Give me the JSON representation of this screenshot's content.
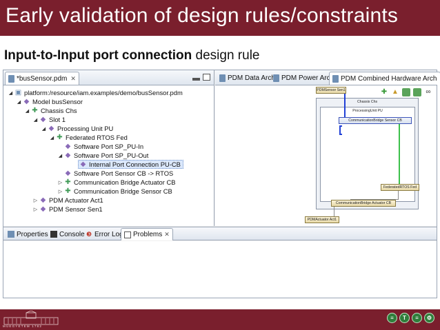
{
  "slide": {
    "title": "Early validation of design rules/constraints",
    "subtitle_bold": "Input-to-Input port connection",
    "subtitle_rest": " design rule"
  },
  "left_pane": {
    "tab_label": "*busSensor.pdm",
    "tree": [
      {
        "label": "platform:/resource/iam.examples/demo/busSensor.pdm",
        "icon": "resource-icon"
      },
      {
        "label": "Model busSensor",
        "icon": "model-icon"
      },
      {
        "label": "Chassis Chs",
        "icon": "chassis-icon"
      },
      {
        "label": "Slot 1",
        "icon": "slot-icon"
      },
      {
        "label": "Processing Unit PU",
        "icon": "processing-unit-icon"
      },
      {
        "label": "Federated RTOS Fed",
        "icon": "rtos-icon"
      },
      {
        "label": "Software Port SP_PU-In",
        "icon": "port-icon"
      },
      {
        "label": "Software Port SP_PU-Out",
        "icon": "port-icon"
      },
      {
        "label": "Internal Port Connection PU-CB",
        "icon": "connection-icon"
      },
      {
        "label": "Software Port Sensor CB -> RTOS",
        "icon": "port-icon"
      },
      {
        "label": "Communication Bridge Actuator CB",
        "icon": "bridge-icon"
      },
      {
        "label": "Communication Bridge Sensor CB",
        "icon": "bridge-icon"
      },
      {
        "label": "PDM Actuator Act1",
        "icon": "actuator-icon"
      },
      {
        "label": "PDM Sensor Sen1",
        "icon": "sensor-icon"
      }
    ]
  },
  "right_pane": {
    "tabs": [
      "PDM Data Arch",
      "PDM Power Arch",
      "PDM Combined Hardware Arch"
    ]
  },
  "diagram": {
    "sensor": "PDMSensor Sen1",
    "chassis": "Chassis Chs",
    "pu": "ProcessingUnit PU",
    "bridge_sensor": "CommunicationBridge Sensor CB",
    "rtos": "FederatedRTOS Fed",
    "bridge_actuator": "CommunicationBridge Actuator CB",
    "actuator": "PDMActuator Act1"
  },
  "bottom_tabs": [
    "Properties",
    "Console",
    "Error Log",
    "Problems"
  ],
  "footer": {
    "logo_text": "MŰEGYETEM 1782",
    "icons": [
      "ftsrg-icon-1",
      "ftsrg-icon-2",
      "ftsrg-icon-3",
      "ftsrg-icon-4"
    ]
  },
  "colors": {
    "banner": "#7a1f2d",
    "sensor_line": "#1f3fd6",
    "rtos_line": "#3cc04a"
  }
}
